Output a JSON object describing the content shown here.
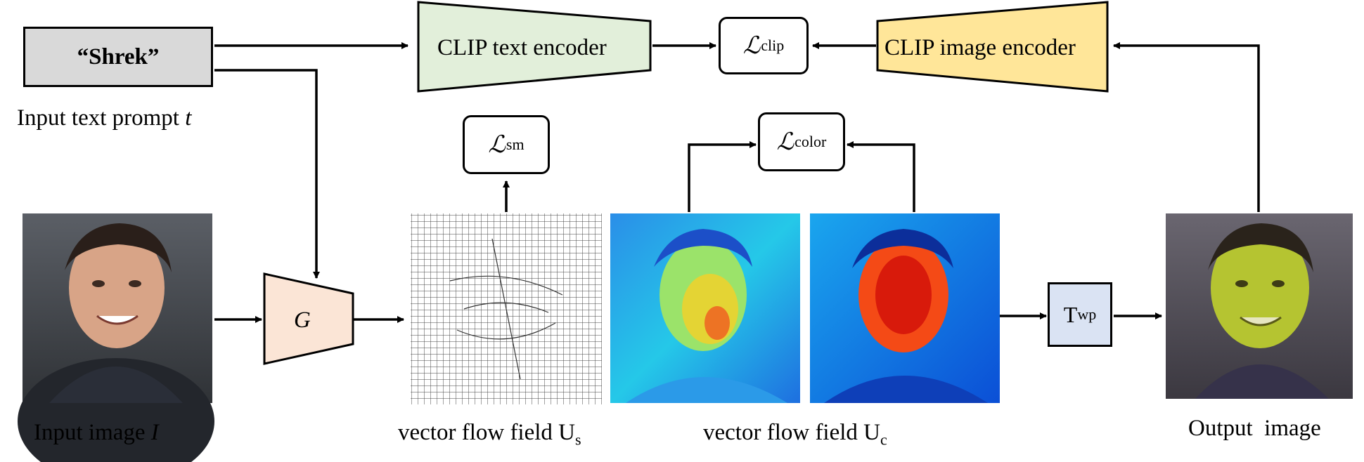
{
  "prompt": {
    "text": "“Shrek”",
    "caption_prefix": "Input text prompt ",
    "caption_var": "t"
  },
  "encoders": {
    "text": "CLIP text encoder",
    "image": "CLIP image encoder"
  },
  "generator": {
    "label": "G"
  },
  "losses": {
    "clip": {
      "symbol": "ℒ",
      "sub": "clip"
    },
    "sm": {
      "symbol": "ℒ",
      "sub": "sm"
    },
    "color": {
      "symbol": "ℒ",
      "sub": "color"
    }
  },
  "warp": {
    "main": "T",
    "sub": "wp"
  },
  "captions": {
    "input_image_prefix": "Input image ",
    "input_image_var": "I",
    "flow_s_prefix": "vector flow field U",
    "flow_s_sub": "s",
    "flow_c_prefix": "vector flow field U",
    "flow_c_sub": "c",
    "output": "Output  image"
  },
  "colors": {
    "text_encoder_fill": "#e2efda",
    "image_encoder_fill": "#ffe699",
    "generator_fill": "#fbe5d6",
    "prompt_fill": "#d9d9d9",
    "warp_fill": "#dae3f3"
  }
}
